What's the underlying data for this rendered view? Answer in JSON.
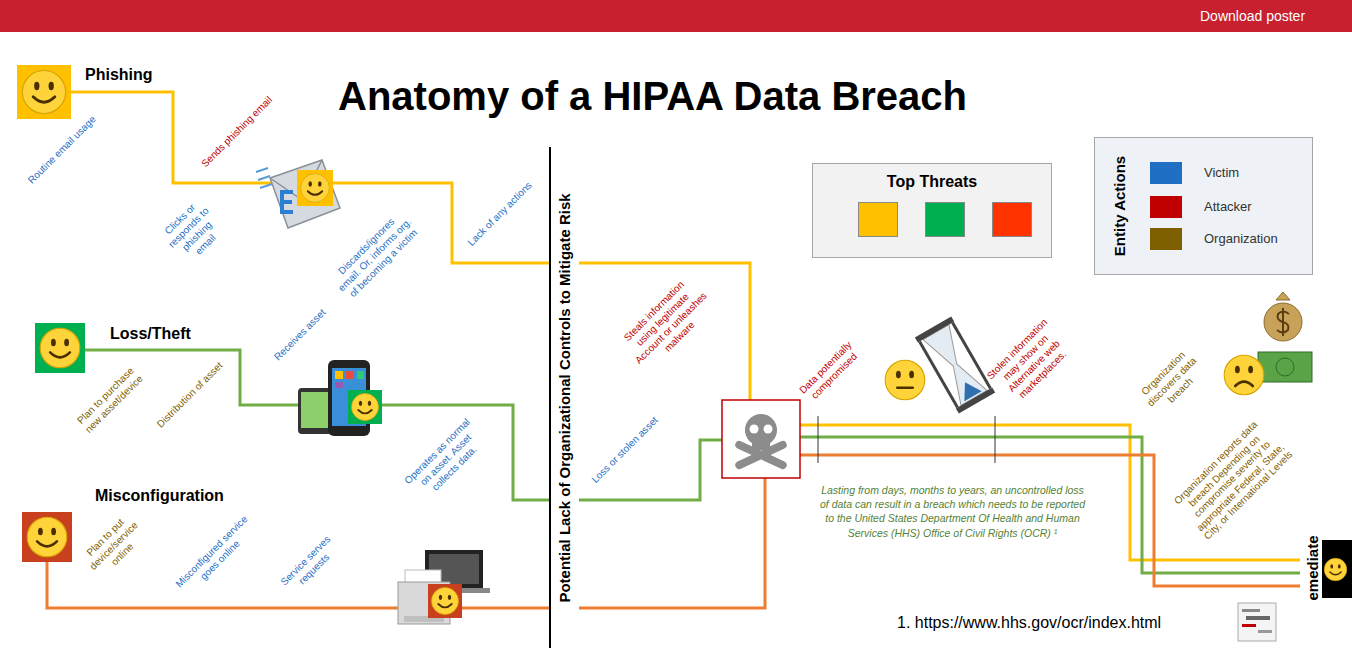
{
  "diagram": {
    "title": "Anatomy of a HIPAA Data Breach",
    "nodes": [
      {
        "text": [
          "Potential Lack of Organizational Controls to Mitigate Risk"
        ]
      },
      {
        "text": [
          "Top Threats"
        ]
      }
    ],
    "labels": [
      "Download poster",
      "Phishing",
      "Loss/Theft",
      "Misconfiguration",
      "Routine email usage",
      "Sends phishing email",
      "Clicks or responds to phishing email",
      "Discards/ignores email. Or, informs org. of becoming a victim",
      "Lack of any actions",
      "Plan to purchase new asset/device",
      "Distribution of asset",
      "Receives asset",
      "Operates as normal on asset. Asset collects data.",
      "Loss or stolen asset",
      "Plan to put device/service online",
      "Misconfigured service goes online",
      "Service serves requests",
      "Steals information using legitimate Account or unleashes malware",
      "Data potentially compromised",
      "Stolen information may show on Alternative web marketplaces.",
      "Organization discovers data breach",
      "Organization reports data breach Depending on compromise severity to appropriate Federal, State, City, or International Levels",
      "Lasting from days, months to years, an uncontrolled loss of data can result in a breach which needs to be reported to the United States Department Of Health and Human Services (HHS) Office of Civil Rights (OCR) ¹",
      "1. https://www.hhs.gov/ocr/index.html",
      "Entity Actions",
      "emediate"
    ],
    "legend": [
      {
        "text": "Victim",
        "color": "#1f6fc5"
      },
      {
        "text": "Attacker",
        "color": "#c00000"
      },
      {
        "text": "Organization",
        "color": "#7f6000"
      }
    ]
  }
}
